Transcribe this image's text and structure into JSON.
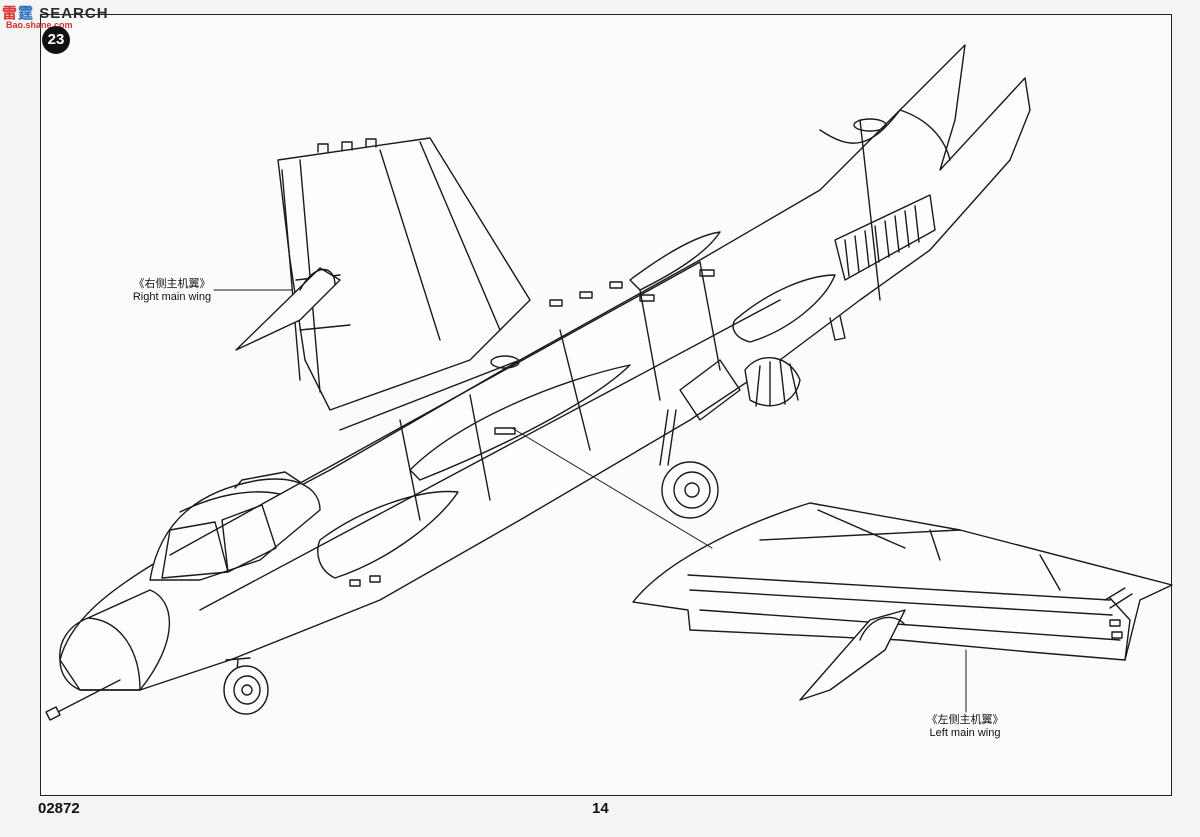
{
  "watermark": {
    "a": "雷",
    "b": "霆",
    "text": "SEARCH",
    "site": "Bao.shane.com"
  },
  "step_number": "23",
  "labels": {
    "right_wing_cn": "《右侧主机翼》",
    "right_wing_en": "Right main wing",
    "left_wing_cn": "《左侧主机翼》",
    "left_wing_en": "Left main wing"
  },
  "footer": {
    "kit_number": "02872",
    "page_number": "14"
  },
  "colors": {
    "line": "#1a1a1a",
    "paper": "#fbfbf9",
    "border": "#222222"
  }
}
